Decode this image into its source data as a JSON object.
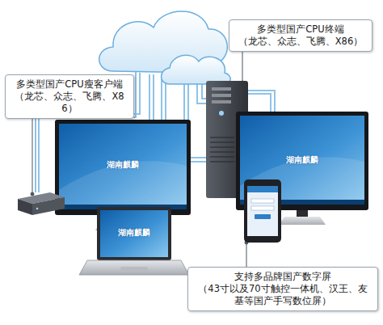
{
  "diagram": {
    "nodes": [
      {
        "text": [
          "多类型国产CPU终端",
          "（龙芯、众志、飞腾、X86）"
        ]
      },
      {
        "text": [
          "多类型国产CPU瘦客户端",
          "（龙芯、众志、飞腾、X86）"
        ]
      },
      {
        "text": [
          "支持多品牌国产数字屏",
          "（43寸以及70寸触控一体机、汉王、友基等国产手写数位屏）"
        ]
      }
    ],
    "labels": [
      "湖南麒麟",
      "湖南麒麟",
      "湖南麒麟"
    ]
  }
}
